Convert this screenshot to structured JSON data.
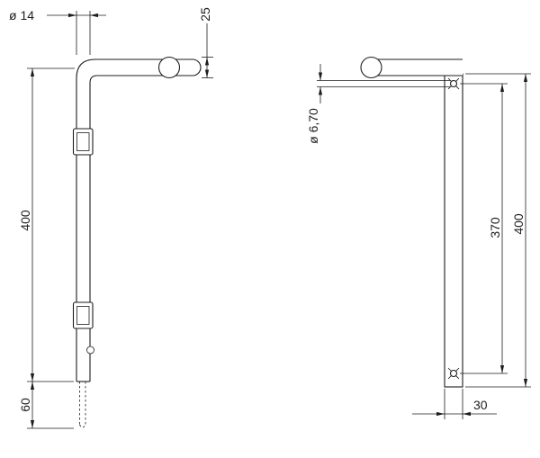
{
  "colors": {
    "line": "#1d1d1d",
    "background": "#ffffff"
  },
  "drawing": {
    "labels": {
      "rod_diameter": "ø 14",
      "handle_offset": "25",
      "rod_length": "400",
      "bolt_throw": "60",
      "hole_diameter": "ø 6,70",
      "hole_spacing": "370",
      "bar_length": "400",
      "bar_width": "30"
    }
  }
}
